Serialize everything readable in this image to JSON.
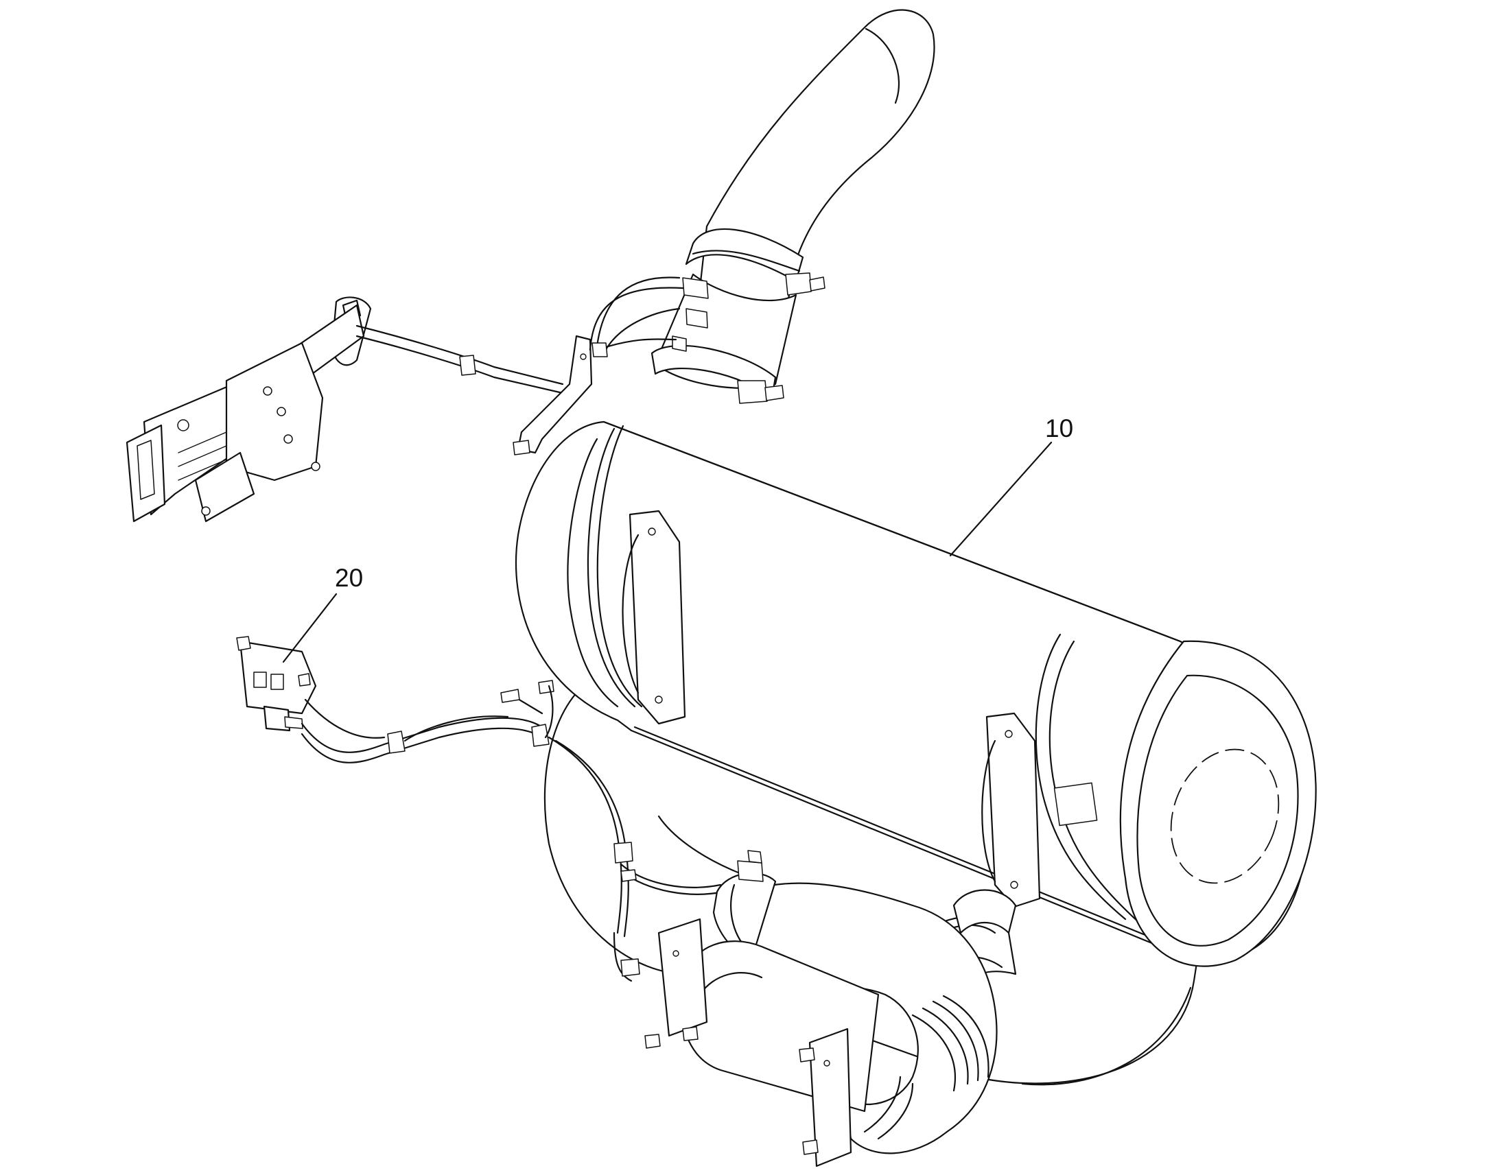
{
  "callouts": [
    {
      "label": "10",
      "part": "exhaust-aftertreatment-canister"
    },
    {
      "label": "20",
      "part": "sensor-harness-module"
    }
  ],
  "colors": {
    "line": "#111111",
    "background": "#ffffff"
  }
}
